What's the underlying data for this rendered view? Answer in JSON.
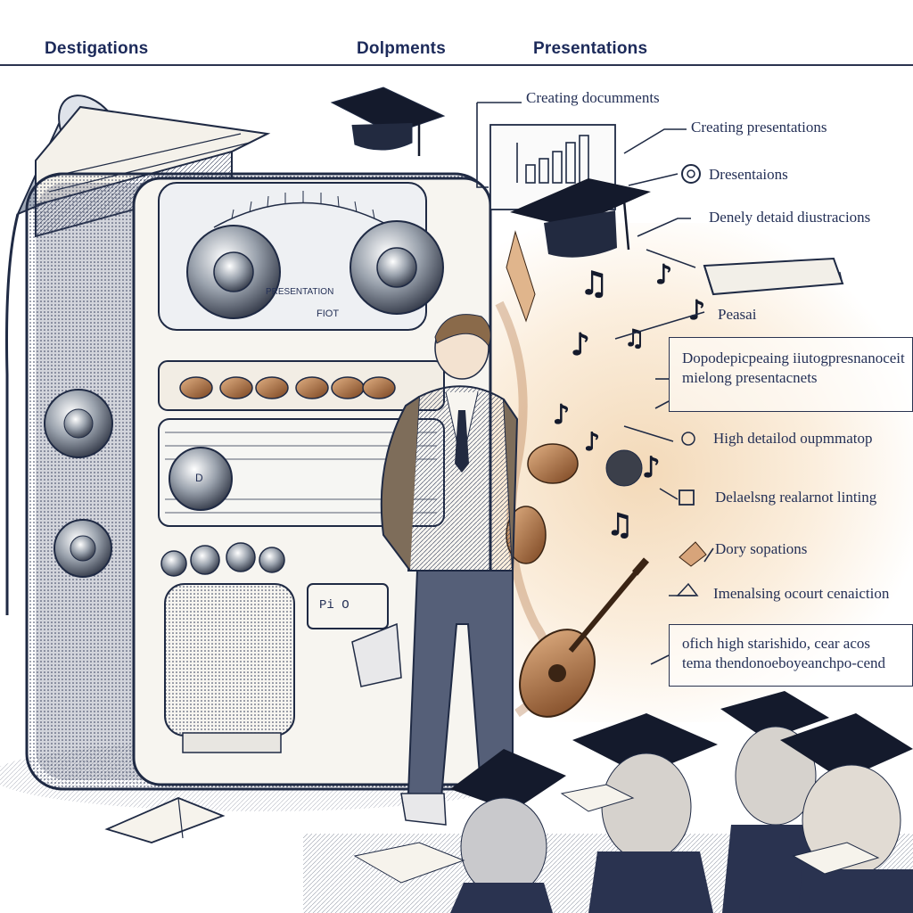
{
  "header": {
    "tabs": [
      {
        "label": "Destigations"
      },
      {
        "label": "Dolpments"
      },
      {
        "label": "Presentations"
      }
    ]
  },
  "callouts": [
    {
      "text": "Creating documments"
    },
    {
      "text": "Creating presentations"
    },
    {
      "text": "Dresentaions"
    },
    {
      "text": "Denely detaid diustracions"
    },
    {
      "text": "Peasai"
    },
    {
      "text": "Dopodepicpeaing iiutogpresnanoceit"
    },
    {
      "text": "mielong presentacnets"
    },
    {
      "text": "High detailod oupmmatop"
    },
    {
      "text": "Delaelsng realarnot linting"
    },
    {
      "text": "Dory sopations"
    },
    {
      "text": "Imenalsing ocourt cenaiction"
    },
    {
      "text": "ofich high starishido, cear acos"
    },
    {
      "text": "tema thendonoeboyeanchpo-cend"
    }
  ],
  "radio": {
    "dial_label": "PRESENTATION",
    "dial_sub": "FIOT",
    "knob_label": "D",
    "panel_label": "Pi  O"
  },
  "colors": {
    "ink": "#1f2a44",
    "accent": "#1c2a5a",
    "warm": "#c98b52"
  }
}
